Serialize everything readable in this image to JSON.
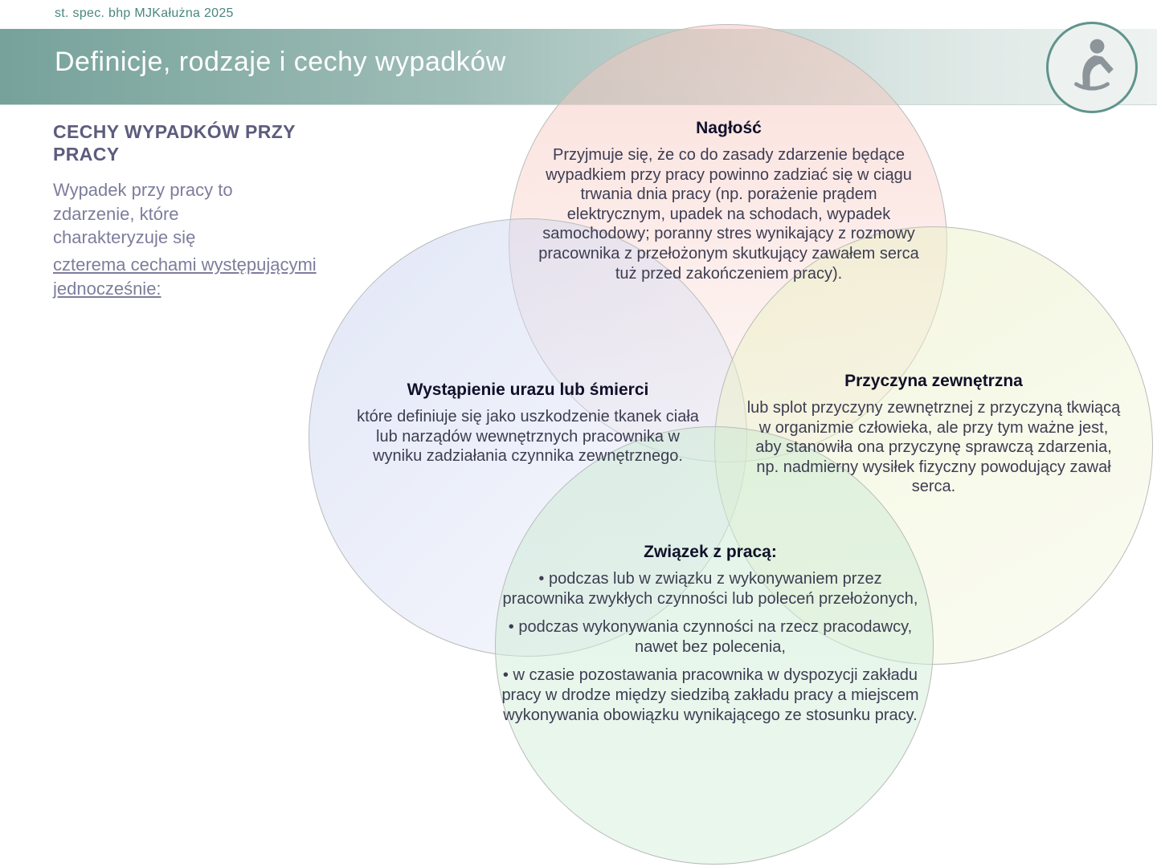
{
  "page": {
    "credit": "st. spec. bhp MJKałużna 2025",
    "title": "Definicje, rodzaje i cechy wypadków"
  },
  "icons": {
    "header_icon": "person-washing-icon"
  },
  "colors": {
    "header_gradient_start": "#76a29b",
    "header_gradient_end": "#eef3f1",
    "credit_text": "#47877f",
    "intro_heading": "#5c5c7d",
    "intro_body": "#7d7d9c",
    "circle_naglosc": "#f3c9be",
    "circle_uraz": "#cbd4f0",
    "circle_przyczyna": "#e9efc3",
    "circle_zwiazek": "#cae9d1",
    "venn_title_text": "#10102a",
    "venn_body_text": "#3d3d52"
  },
  "intro": {
    "heading": "CECHY WYPADKÓW PRZY PRACY",
    "lead": "Wypadek przy pracy  to zdarzenie, które charakteryzuje się",
    "lead_underlined": "czterema cechami występującymi jednocześnie:"
  },
  "venn": {
    "naglosc": {
      "title": "Nagłość",
      "body": "Przyjmuje się, że co do zasady zdarzenie będące wypadkiem przy pracy powinno zadziać się w ciągu trwania dnia pracy (np. porażenie prądem elektrycznym, upadek na schodach, wypadek samochodowy; poranny stres wynikający z rozmowy pracownika z przełożonym skutkujący zawałem serca tuż przed zakończeniem pracy)."
    },
    "uraz": {
      "title": "Wystąpienie urazu lub śmierci",
      "body": "które definiuje się jako uszkodzenie tkanek ciała lub narządów wewnętrznych pracownika w wyniku zadziałania czynnika zewnętrznego."
    },
    "przyczyna": {
      "title": "Przyczyna zewnętrzna",
      "body": "lub splot przyczyny zewnętrznej z przyczyną tkwiącą w organizmie człowieka, ale przy tym ważne jest, aby stanowiła ona przyczynę sprawczą zdarzenia, np. nadmierny wysiłek fizyczny powodujący zawał serca."
    },
    "zwiazek": {
      "title": "Związek z pracą:",
      "bullets": [
        "• podczas lub w związku z wykonywaniem przez pracownika zwykłych czynności lub poleceń przełożonych,",
        "• podczas wykonywania czynności na rzecz pracodawcy, nawet bez polecenia,",
        "• w czasie pozostawania pracownika w dyspozycji zakładu pracy w drodze między siedzibą zakładu pracy a miejscem wykonywania obowiązku wynikającego ze stosunku pracy."
      ]
    }
  }
}
